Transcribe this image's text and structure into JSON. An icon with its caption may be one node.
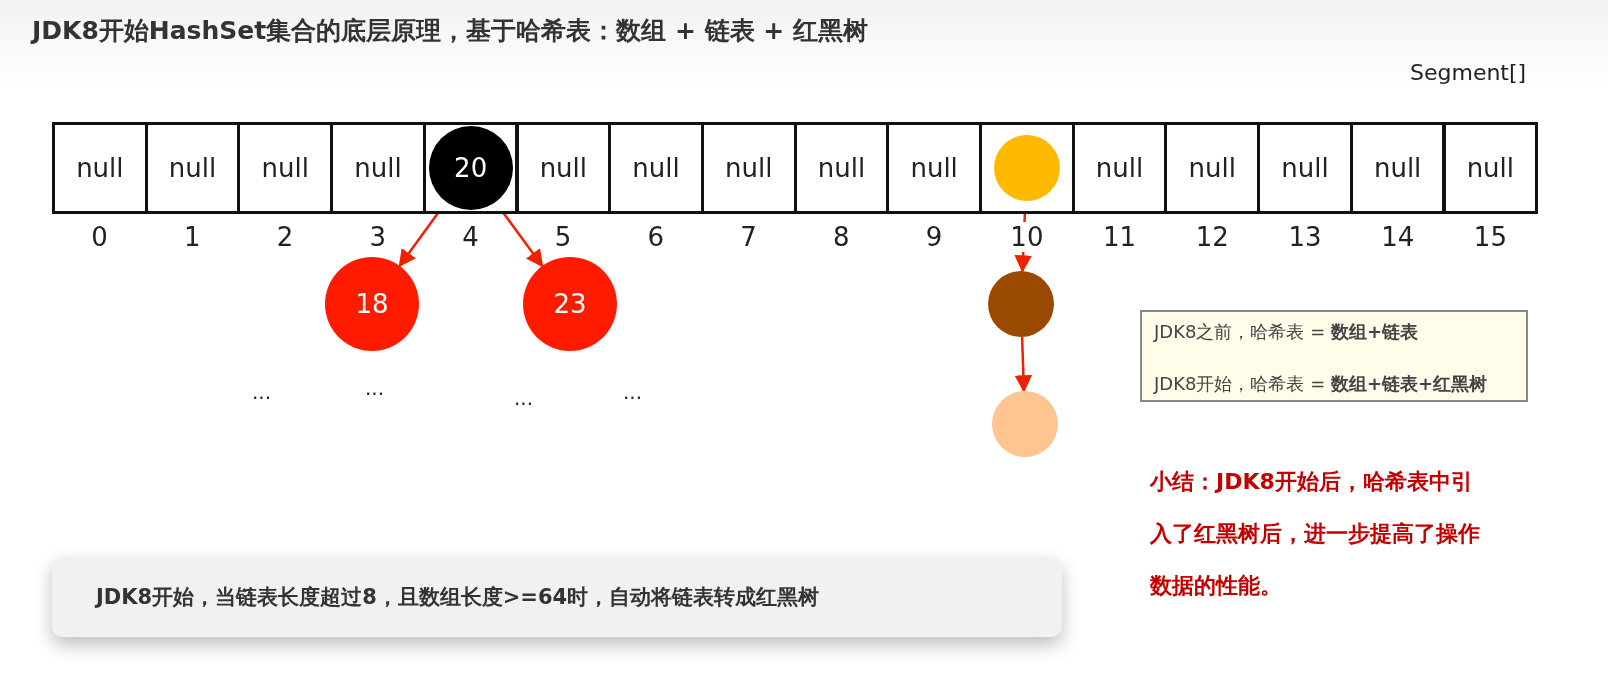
{
  "diagram": {
    "title": "JDK8开始HashSet集合的底层原理，基于哈希表：数组 + 链表 + 红黑树",
    "nodes": [
      {
        "text": [
          "null"
        ],
        "beside": [
          "0"
        ]
      },
      {
        "text": [
          "null"
        ],
        "beside": [
          "1"
        ]
      },
      {
        "text": [
          "null"
        ],
        "beside": [
          "2"
        ]
      },
      {
        "text": [
          "null"
        ],
        "beside": [
          "3"
        ]
      },
      {
        "text": [],
        "shape": "box",
        "beside": [
          "4"
        ]
      },
      {
        "text": [
          "null"
        ],
        "beside": [
          "5"
        ]
      },
      {
        "text": [
          "null"
        ],
        "beside": [
          "6"
        ]
      },
      {
        "text": [
          "null"
        ],
        "beside": [
          "7"
        ]
      },
      {
        "text": [
          "null"
        ],
        "beside": [
          "8"
        ]
      },
      {
        "text": [
          "null"
        ],
        "beside": [
          "9"
        ]
      },
      {
        "text": [],
        "shape": "box",
        "beside": [
          "10"
        ]
      },
      {
        "text": [
          "null"
        ],
        "beside": [
          "11"
        ]
      },
      {
        "text": [
          "null"
        ],
        "beside": [
          "12"
        ]
      },
      {
        "text": [
          "null"
        ],
        "beside": [
          "13"
        ]
      },
      {
        "text": [
          "null"
        ],
        "beside": [
          "14"
        ]
      },
      {
        "text": [
          "null"
        ],
        "beside": [
          "15"
        ]
      },
      {
        "text": [
          "20"
        ],
        "in": 4
      },
      {
        "text": [],
        "shape": "circle",
        "in": 10
      },
      {
        "text": [
          "18"
        ]
      },
      {
        "text": [
          "23"
        ]
      },
      {
        "text": [],
        "shape": "circle"
      },
      {
        "text": [],
        "shape": "circle"
      },
      {
        "text": [
          "JDK8之前，哈希表 = **数组+链表**",
          "JDK8开始，哈希表 = **数组+链表+红黑树**"
        ]
      },
      {
        "text": [
          "JDK8开始，当链表长度超过8，且数组长度>=64时，自动将链表转成红黑树"
        ]
      }
    ],
    "edges": [
      {
        "from": 16,
        "to": 18,
        "arrow": "to"
      },
      {
        "from": 16,
        "to": 19,
        "arrow": "to"
      },
      {
        "from": 17,
        "to": 20,
        "arrow": "to"
      },
      {
        "from": 20,
        "to": 21,
        "arrow": "to"
      }
    ],
    "labels": [
      "Segment[]",
      "...",
      "...",
      "...",
      "...",
      "小结：JDK8开始后，哈希表中引入了红黑树后，进一步提高了操作数据的性能。"
    ]
  }
}
